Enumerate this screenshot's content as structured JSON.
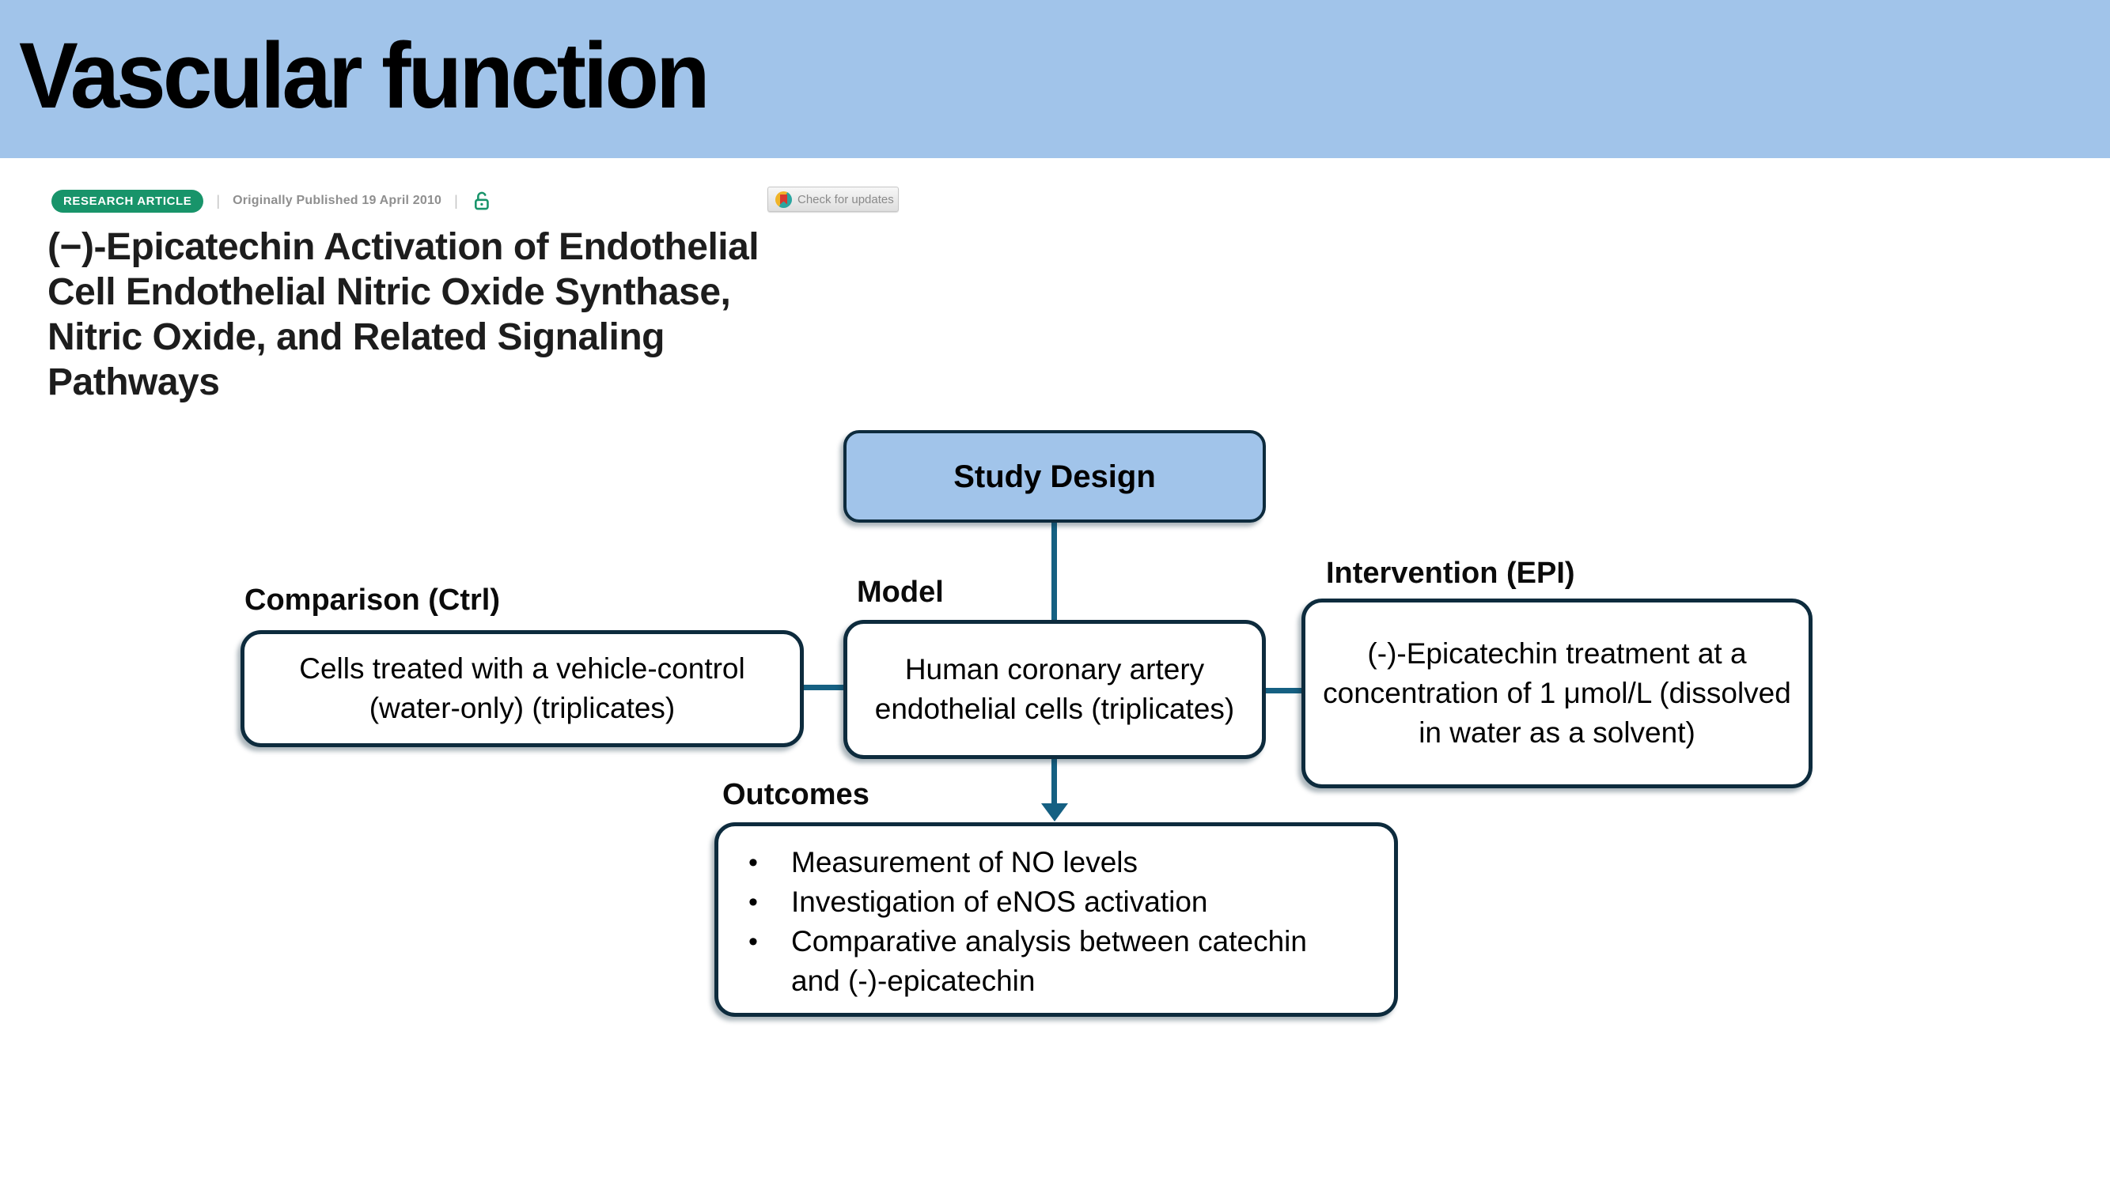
{
  "slide": {
    "title": "Vascular function"
  },
  "article": {
    "badge_label": "RESEARCH ARTICLE",
    "separator": "|",
    "published_text": "Originally Published 19 April 2010",
    "check_updates_label": "Check for updates",
    "title_lines": [
      "(−)-Epicatechin Activation of Endothelial",
      "Cell Endothelial Nitric Oxide Synthase,",
      "Nitric Oxide, and Related Signaling",
      "Pathways"
    ]
  },
  "diagram": {
    "study_design_label": "Study Design",
    "model": {
      "label": "Model",
      "text": "Human coronary artery endothelial cells (triplicates)"
    },
    "comparison": {
      "label": "Comparison (Ctrl)",
      "text": "Cells treated with a vehicle-control (water-only) (triplicates)"
    },
    "intervention": {
      "label": "Intervention (EPI)",
      "text": "(-)-Epicatechin treatment at a concentration of 1 μmol/L (dissolved in water as a solvent)"
    },
    "outcomes": {
      "label": "Outcomes",
      "bullet_char": "•",
      "bullets": [
        "Measurement of NO levels",
        "Investigation of eNOS activation",
        "Comparative analysis between catechin and (-)-epicatechin"
      ]
    }
  },
  "colors": {
    "banner_blue": "#A1C4EA",
    "shape_border": "#0D2B3D",
    "connector_teal": "#156082",
    "badge_green": "#18946A",
    "meta_gray": "#8F8F8F"
  }
}
